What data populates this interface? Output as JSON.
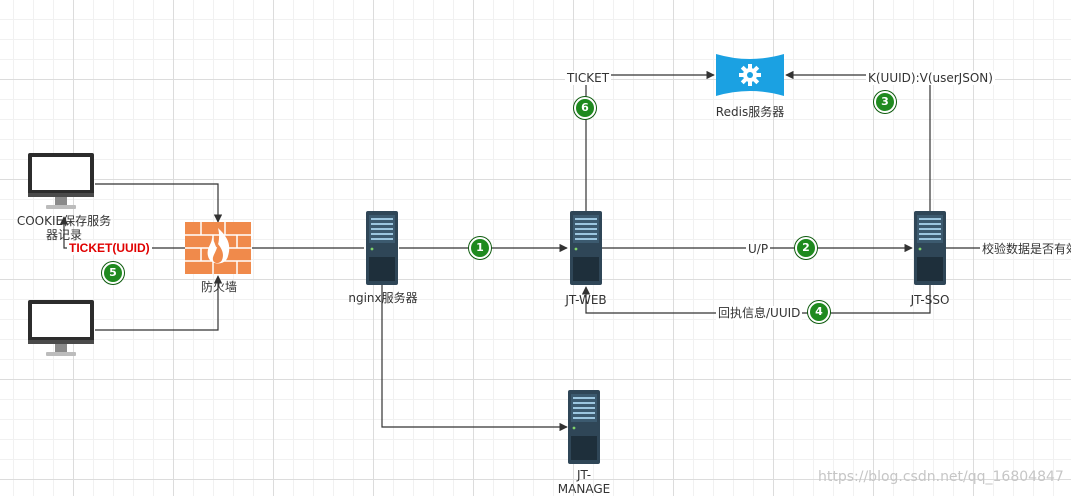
{
  "nodes": {
    "cookie_label": "COOKIE保存服务器记录",
    "firewall": "防火墙",
    "nginx": "nginx服务器",
    "jt_web": "JT-WEB",
    "jt_sso": "JT-SSO",
    "jt_manage": "JT-MANAGE",
    "redis": "Redis服务器"
  },
  "edges": {
    "ticket_uuid": "TICKET(UUID)",
    "ticket": "TICKET",
    "kv": "K(UUID):V(userJSON)",
    "up": "U/P",
    "validate": "校验数据是否有效",
    "callback": "回执信息/UUID"
  },
  "steps": [
    "1",
    "2",
    "3",
    "4",
    "5",
    "6"
  ],
  "watermark": "https://blog.csdn.net/qq_16804847",
  "colors": {
    "step_badge": "#1f8a1f",
    "ticket_highlight": "#e00000",
    "firewall": "#f08a4b",
    "redis": "#1ba1e2",
    "server": "#2f4657"
  }
}
